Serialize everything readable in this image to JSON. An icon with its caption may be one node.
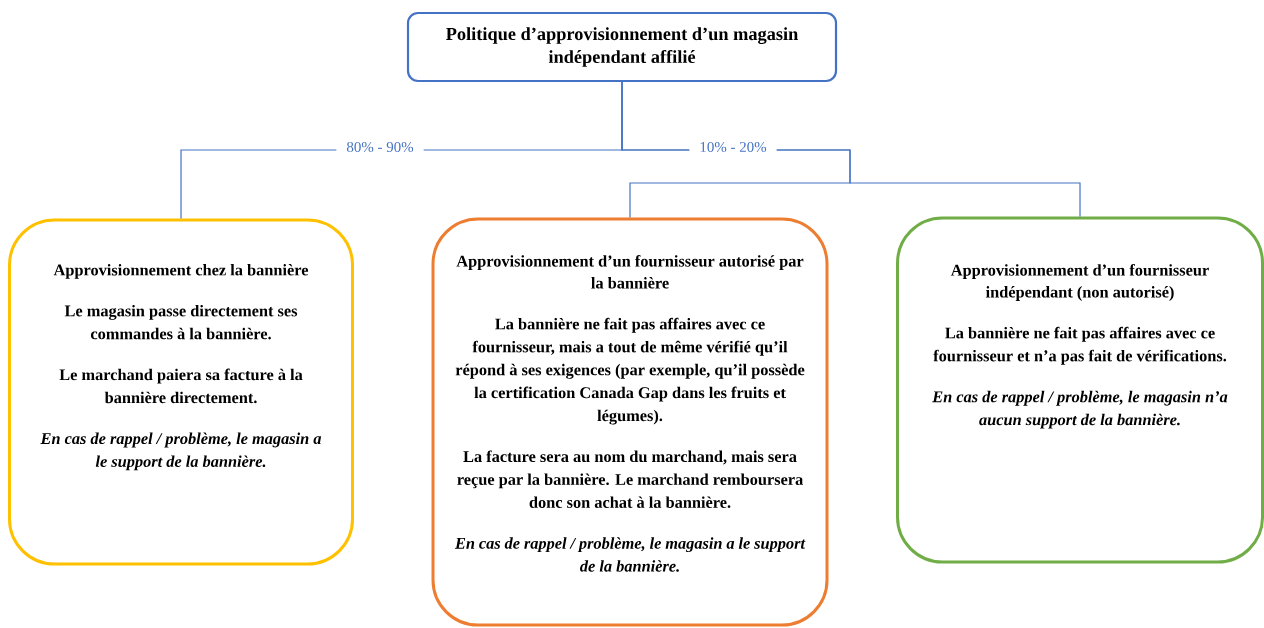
{
  "diagram": {
    "nodes": [
      {
        "text": [
          "Politique d’approvisionnement d’un magasin indépendant affilié"
        ]
      },
      {
        "text": [
          "Approvisionnement chez la bannière",
          "Le magasin passe directement ses commandes à la bannière.",
          "Le marchand paiera sa facture à la bannière directement.",
          "En cas de rappel / problème, le magasin a le support de la bannière."
        ]
      },
      {
        "text": [
          "Approvisionnement d’un fournisseur autorisé par la bannière",
          "La bannière ne fait pas affaires avec ce fournisseur, mais a tout de même vérifié qu’il répond à ses exigences (par exemple, qu’il possède la certification Canada Gap dans les fruits et légumes).",
          "La facture sera au nom du marchand, mais sera reçue par la bannière. Le marchand remboursera donc son achat à la bannière.",
          "En cas de rappel / problème, le magasin a le support de la bannière."
        ]
      },
      {
        "text": [
          "Approvisionnement d’un fournisseur indépendant (non autorisé)",
          "La bannière ne fait pas affaires avec ce fournisseur et n’a pas fait de vérifications.",
          "En cas de rappel / problème, le magasin n’a aucun support de la bannière."
        ]
      }
    ],
    "edges": [
      {
        "from": 0,
        "to": 1,
        "arrow": "none",
        "label": "80% - 90%"
      },
      {
        "from": 0,
        "to": 2,
        "arrow": "none",
        "label": "10% - 20%"
      },
      {
        "from": 0,
        "to": 3,
        "arrow": "none"
      }
    ]
  }
}
